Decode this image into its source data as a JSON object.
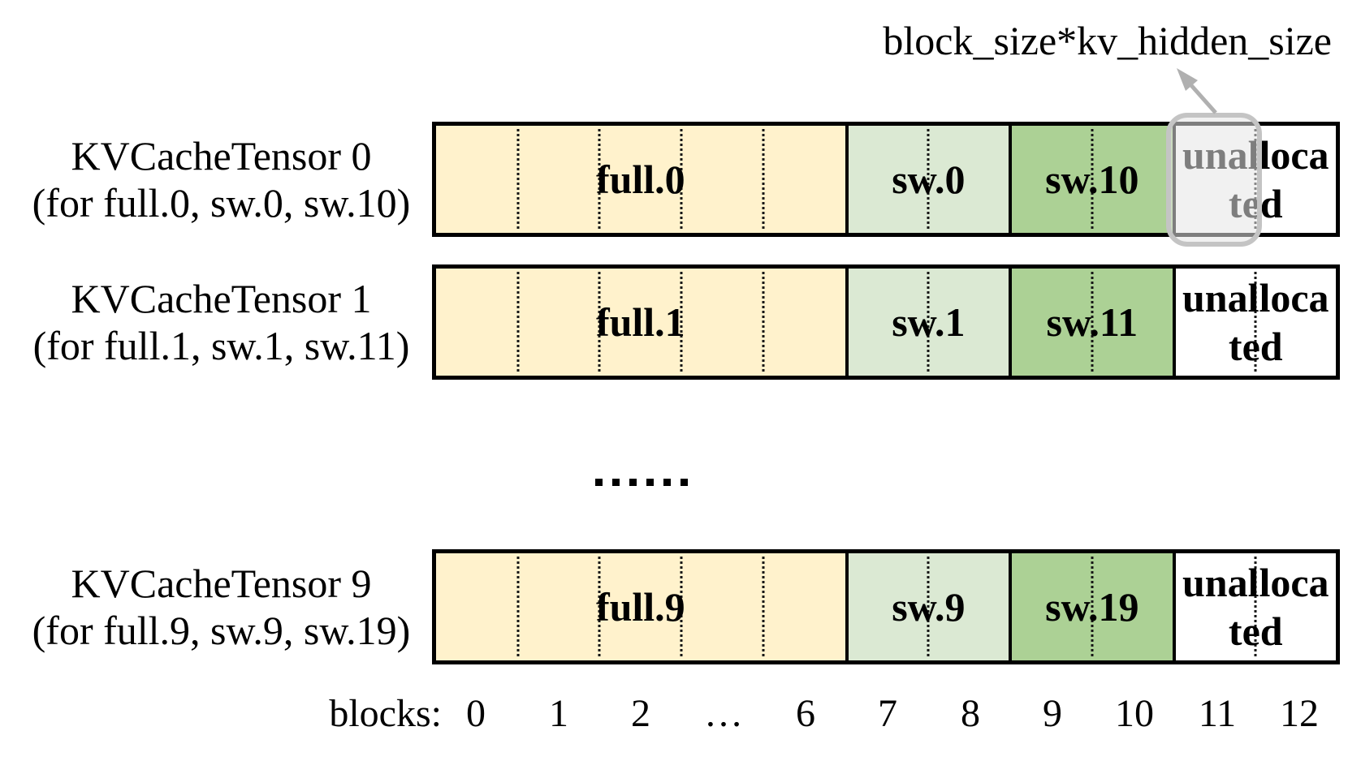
{
  "annotation": {
    "label": "block_size*kv_hidden_size"
  },
  "rows": [
    {
      "title": "KVCacheTensor 0",
      "subtitle": "(for full.0, sw.0, sw.10)",
      "segments": {
        "full": "full.0",
        "sw": "sw.0",
        "sw2": "sw.10",
        "unallocated_line1": "unalloca",
        "unallocated_line2": "ted"
      }
    },
    {
      "title": "KVCacheTensor 1",
      "subtitle": "(for full.1, sw.1, sw.11)",
      "segments": {
        "full": "full.1",
        "sw": "sw.1",
        "sw2": "sw.11",
        "unallocated_line1": "unalloca",
        "unallocated_line2": "ted"
      }
    },
    {
      "title": "KVCacheTensor 9",
      "subtitle": "(for full.9, sw.9, sw.19)",
      "segments": {
        "full": "full.9",
        "sw": "sw.9",
        "sw2": "sw.19",
        "unallocated_line1": "unalloca",
        "unallocated_line2": "ted"
      }
    }
  ],
  "ellipsis": "......",
  "axis": {
    "label": "blocks:",
    "ticks": [
      "0",
      "1",
      "2",
      "…",
      "6",
      "7",
      "8",
      "9",
      "10",
      "11",
      "12"
    ]
  },
  "colors": {
    "full_block": "#FFF2CC",
    "sw_block": "#DBE9D3",
    "sw2_block": "#ACD195",
    "unallocated_block": "#FFFFFF",
    "bar_border": "#000000",
    "highlight_fill": "rgba(229,229,229,0.55)",
    "highlight_border": "#C4C4C4",
    "arrow": "#B0B0B0"
  }
}
